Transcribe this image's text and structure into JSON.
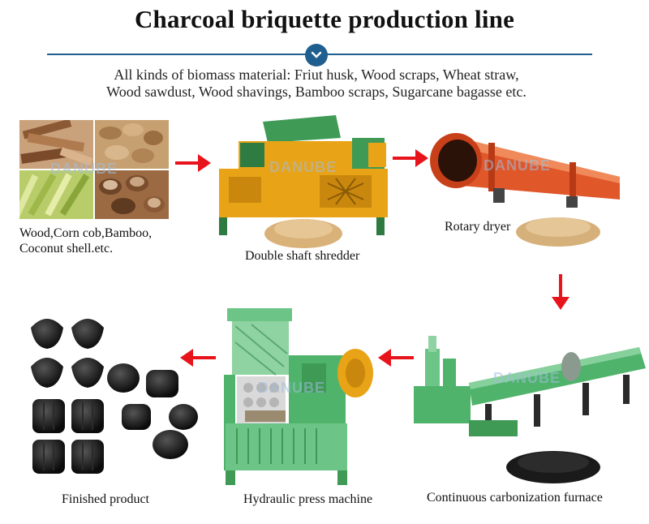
{
  "header": {
    "title": "Charcoal briquette production line",
    "subtitle_line1": "All kinds of biomass material: Friut husk, Wood scraps, Wheat straw,",
    "subtitle_line2": "Wood sawdust, Wood shavings, Bamboo scraps, Sugarcane bagasse etc."
  },
  "watermark": "DANUBE",
  "steps": [
    {
      "id": "raw",
      "label_line1": "Wood,Corn cob,Bamboo,",
      "label_line2": "Coconut shell.etc."
    },
    {
      "id": "shredder",
      "label": "Double shaft shredder"
    },
    {
      "id": "dryer",
      "label": "Rotary dryer"
    },
    {
      "id": "furnace",
      "label": "Continuous carbonization furnace"
    },
    {
      "id": "press",
      "label": "Hydraulic press machine"
    },
    {
      "id": "product",
      "label": "Finished product"
    }
  ],
  "colors": {
    "arrow": "#e8141b",
    "accent": "#1f5f8f",
    "machine_green": "#4fb36b",
    "machine_yellow": "#e8a317",
    "dryer_orange": "#e0572a"
  },
  "icons": [
    "chevron-down-icon",
    "arrow-right-icon",
    "arrow-down-icon",
    "arrow-left-icon"
  ]
}
